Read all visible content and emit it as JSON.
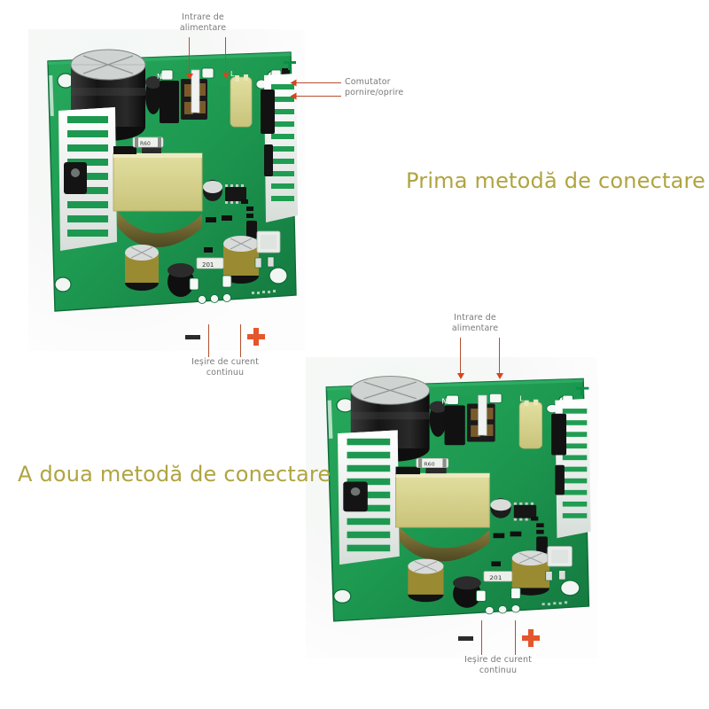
{
  "page": {
    "background": "#ffffff",
    "heading_color": "#b0a441",
    "annotation_color": "#7a7a7a",
    "leader_color": "#b4502f",
    "arrow_color": "#d8441f",
    "plus_color": "#e4562c",
    "minus_color": "#2b2b2b",
    "pcb_green": "#1f9d52"
  },
  "headings": {
    "first": "Prima metodă de conectare",
    "second": "A doua metodă de conectare"
  },
  "board_one": {
    "name": "power-supply-board-photo-one",
    "annotations": {
      "power_input": "Intrare de\nalimentare",
      "power_switch": "Comutator\npornire/oprire",
      "dc_output": "Ieșire de curent\ncontinuu"
    },
    "polarity": {
      "negative": "−",
      "positive": "+"
    },
    "silkscreen": {
      "neutral": "N",
      "line": "L",
      "resistor": "R60",
      "zener": "201"
    }
  },
  "board_two": {
    "name": "power-supply-board-photo-two",
    "annotations": {
      "power_input": "Intrare de\nalimentare",
      "dc_output": "Ieșire de curent\ncontinuu"
    },
    "polarity": {
      "negative": "−",
      "positive": "+"
    },
    "silkscreen": {
      "neutral": "N",
      "line": "L",
      "resistor": "R60",
      "zener": "201"
    }
  }
}
